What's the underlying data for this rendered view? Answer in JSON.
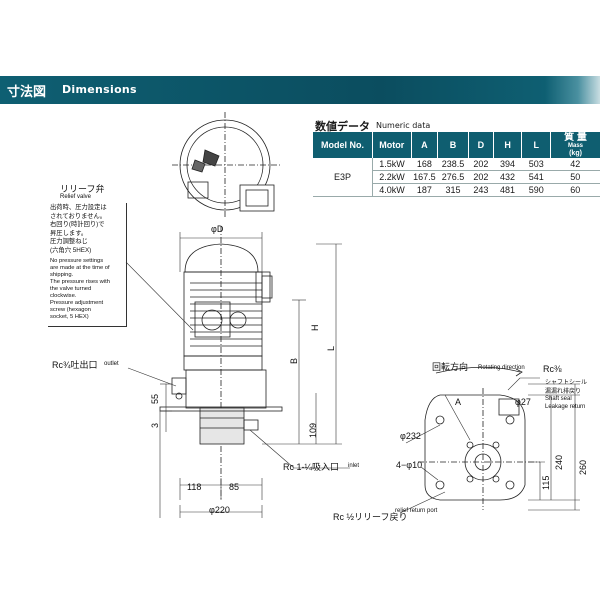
{
  "header": {
    "title_jp": "寸法図",
    "title_en": "Dimensions"
  },
  "numeric": {
    "title_jp": "数値データ",
    "title_en": "Numeric data",
    "columns": [
      "Model No.",
      "Motor",
      "A",
      "B",
      "D",
      "H",
      "L"
    ],
    "mass_header": {
      "jp": "質 量",
      "en": "Mass",
      "unit": "(kg)"
    },
    "model": "E3P",
    "rows": [
      {
        "motor": "1.5kW",
        "A": "168",
        "B": "238.5",
        "D": "202",
        "H": "394",
        "L": "503",
        "mass": "42"
      },
      {
        "motor": "2.2kW",
        "A": "167.5",
        "B": "276.5",
        "D": "202",
        "H": "432",
        "L": "541",
        "mass": "50"
      },
      {
        "motor": "4.0kW",
        "A": "187",
        "B": "315",
        "D": "243",
        "H": "481",
        "L": "590",
        "mass": "60"
      }
    ]
  },
  "relief_valve": {
    "title_jp": "リリーフ弁",
    "title_en": "Relief valve",
    "note_jp": [
      "出荷時、圧力設定は",
      "されておりません。",
      "右回り(時計回り)で",
      "昇圧します。",
      "圧力調整ねじ",
      "(六角穴 5HEX)"
    ],
    "note_en": [
      "No pressure settings",
      "are made at the time of",
      "shipping.",
      "The pressure rises with",
      "the valve turned",
      "clockwise.",
      "Pressure adjustment",
      "screw (hexagon",
      "socket, 5 HEX)"
    ]
  },
  "labels": {
    "phiD": "φD",
    "outlet_jp": "Rc¾吐出口",
    "outlet_en": "outlet",
    "inlet_jp": "Rc 1-¼吸入口",
    "inlet_en": "inlet",
    "relief_return_jp": "Rc ½リリーフ戻り",
    "relief_return_en": "relief return port",
    "dim_55": "55",
    "dim_3": "3",
    "dim_109": "109",
    "dim_118": "118",
    "dim_85": "85",
    "dim_220": "φ220",
    "dim_B": "B",
    "dim_H": "H",
    "dim_L": "L",
    "dim_A": "A",
    "rotating_jp": "回転方向",
    "rotating_en": "Rotating direction",
    "rc38": "Rc⅜",
    "shaft_seal_jp": "シャフトシール",
    "shaft_seal_jp2": "漏漏れ排戻り",
    "shaft_seal_en": "Shaft seal",
    "shaft_seal_en2": "Leakage return",
    "dim_27": "φ27",
    "dim_232": "φ232",
    "holes": "4−φ10",
    "dim_115": "115",
    "dim_240": "240",
    "dim_260": "260"
  }
}
